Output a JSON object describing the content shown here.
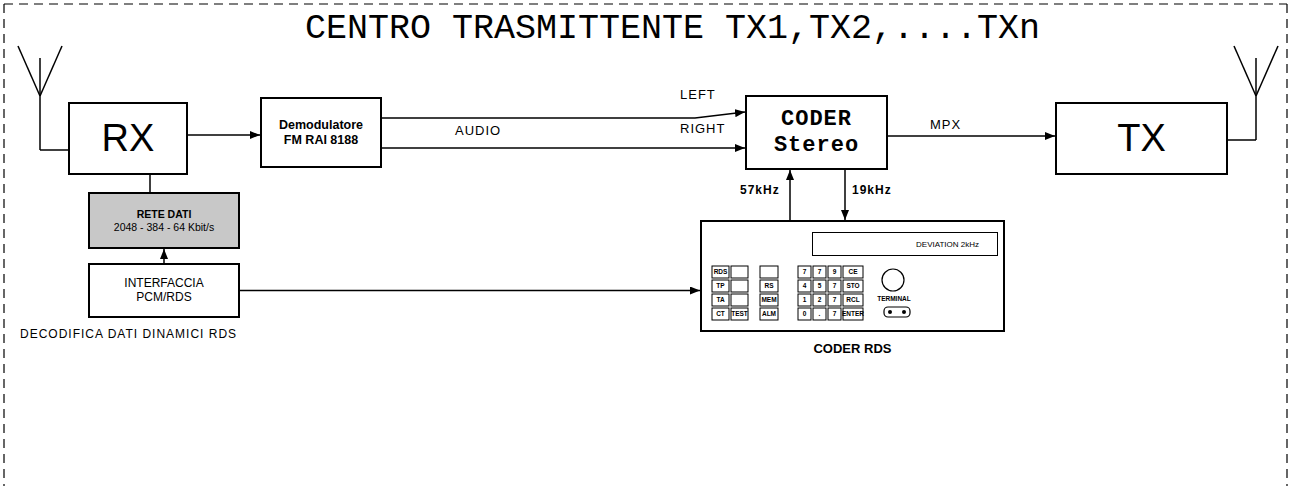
{
  "diagram": {
    "title": "CENTRO TRASMITTENTE TX1,TX2,....TXn",
    "nodes": [
      {
        "text": [
          "RX"
        ]
      },
      {
        "text": [
          "Demodulatore FM RAI 8188"
        ]
      },
      {
        "text": [
          "CODER Stereo"
        ]
      },
      {
        "text": [
          "TX"
        ]
      },
      {
        "text": [
          "RETE DATI",
          "2048 - 384 - 64 Kbit/s"
        ]
      },
      {
        "text": [
          "INTERFACCIA PCM/RDS"
        ]
      },
      {
        "text": [
          "DEVIATION 2kHz",
          "CODER RDS"
        ]
      }
    ],
    "edges": [
      {
        "from": 0,
        "to": 1,
        "arrow": "to"
      },
      {
        "from": 1,
        "to": 2,
        "label": "LEFT",
        "arrow": "to"
      },
      {
        "from": 1,
        "to": 2,
        "label": "RIGHT",
        "arrow": "to"
      },
      {
        "from": 2,
        "to": 3,
        "label": "MPX",
        "arrow": "to"
      },
      {
        "from": 0,
        "to": 4,
        "arrow": "none"
      },
      {
        "from": 5,
        "to": 4,
        "arrow": "to"
      },
      {
        "from": 5,
        "to": 6,
        "arrow": "to"
      },
      {
        "from": 6,
        "to": 2,
        "label": "57kHz",
        "arrow": "to"
      },
      {
        "from": 2,
        "to": 6,
        "label": "19kHz",
        "arrow": "to"
      }
    ],
    "labels": [
      "AUDIO",
      "DECODIFICA DATI DINAMICI RDS",
      "RDS",
      "TP",
      "TA",
      "CT",
      "TEST",
      "RS",
      "MEM",
      "ALM",
      "7",
      "7",
      "9",
      "CE",
      "4",
      "5",
      "7",
      "STO",
      "1",
      "2",
      "7",
      "RCL",
      "0",
      ".",
      "7",
      "ENTER",
      "TERMINAL"
    ]
  }
}
